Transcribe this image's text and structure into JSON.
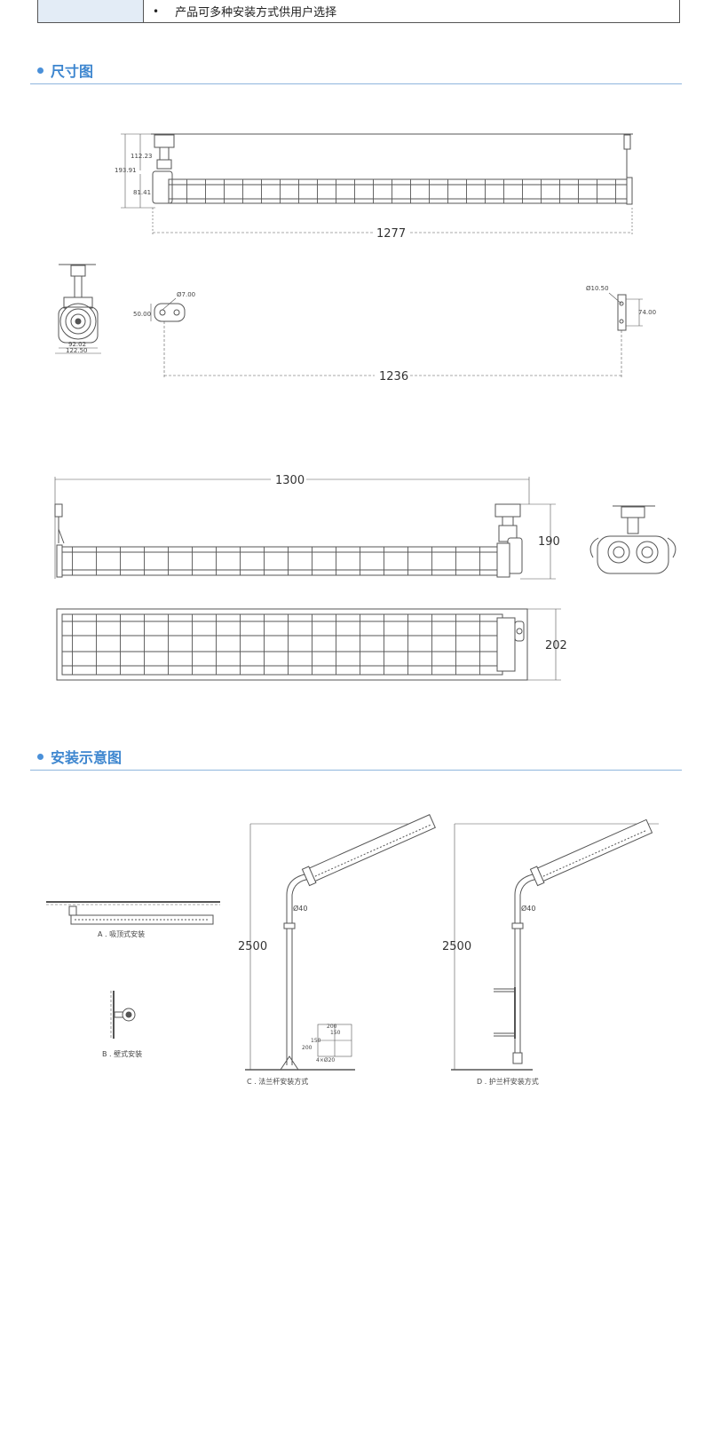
{
  "feature_row": {
    "text": "产品可多种安装方式供用户选择"
  },
  "sections": {
    "dimensions": {
      "title": "尺寸图"
    },
    "installation": {
      "title": "安装示意图"
    }
  },
  "dimension_labels": {
    "d112": "112.23",
    "d193": "193.91",
    "d81": "81.41",
    "d1277": "1277",
    "d92": "92.02",
    "d122": "122.50",
    "d7": "Ø7.00",
    "d50": "50.00",
    "d10": "Ø10.50",
    "d74": "74.00",
    "d1236": "1236",
    "d1300": "1300",
    "d190": "190",
    "d202": "202"
  },
  "install_labels": {
    "capA": "A . 吸顶式安装",
    "capB": "B . 壁式安装",
    "capC": "C . 法兰杆安装方式",
    "capD": "D . 护兰杆安装方式",
    "c_phi": "Ø40",
    "c_h": "2500",
    "d_phi": "Ø40",
    "d_h": "2500",
    "f200a": "200",
    "f150a": "150",
    "f150b": "150",
    "f200b": "200",
    "f4x": "4×Ø20"
  },
  "colors": {
    "accent": "#3d86cf",
    "divider": "#8fb6dd",
    "table_label_bg": "#e3ecf6"
  }
}
